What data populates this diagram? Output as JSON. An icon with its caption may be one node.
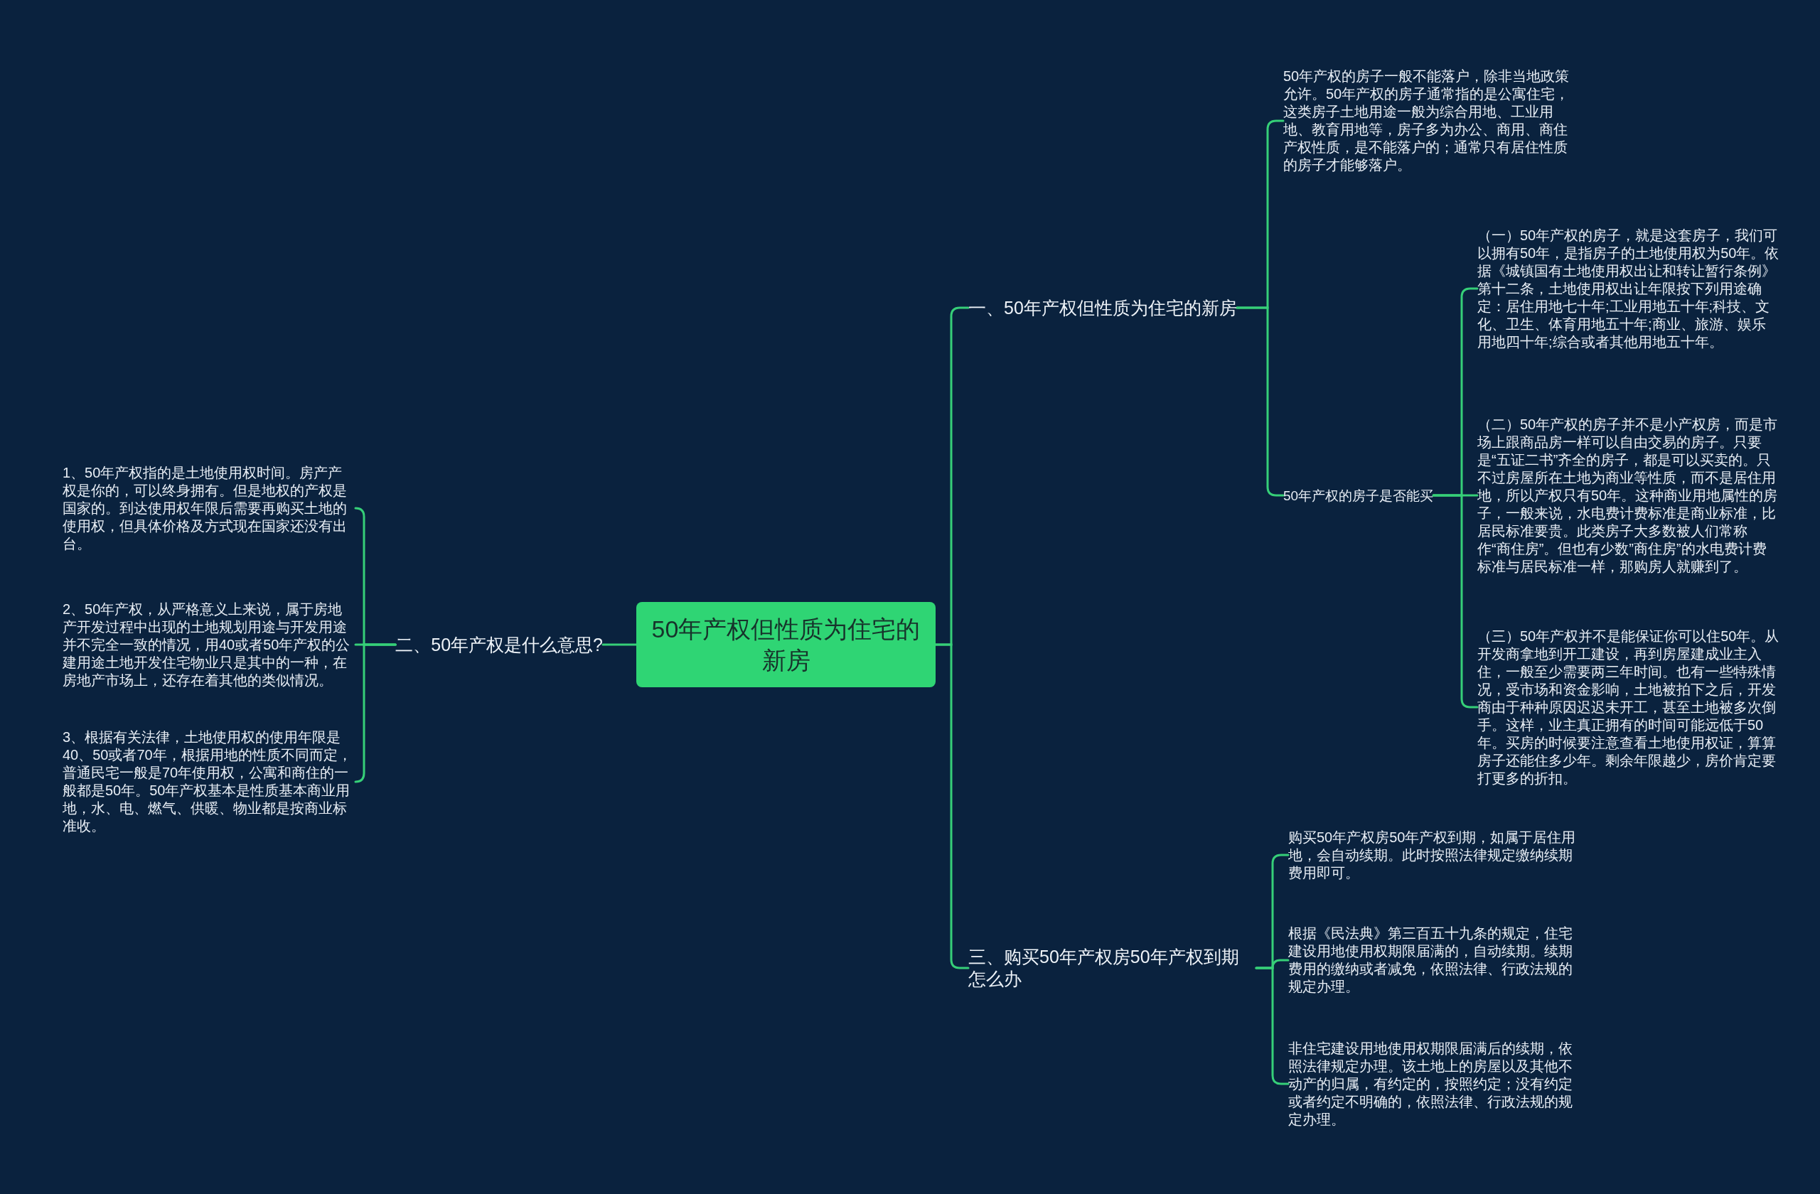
{
  "diagram": {
    "nodes": [
      {
        "text": [
          "50年产权但性质为住宅的新房"
        ]
      },
      {
        "text": [
          "一、50年产权但性质为住宅的新房"
        ]
      },
      {
        "text": [
          "50年产权的房子一般不能落户，除非当地政策允许。50年产权的房子通常指的是公寓住宅，这类房子土地用途一般为综合用地、工业用地、教育用地等，房子多为办公、商用、商住产权性质，是不能落户的；通常只有居住性质的房子才能够落户。"
        ]
      },
      {
        "text": [
          "50年产权的房子是否能买"
        ]
      },
      {
        "text": [
          "（一）50年产权的房子，就是这套房子，我们可以拥有50年，是指房子的土地使用权为50年。依据《城镇国有土地使用权出让和转让暂行条例》第十二条，土地使用权出让年限按下列用途确定：居住用地七十年;工业用地五十年;科技、文化、卫生、体育用地五十年;商业、旅游、娱乐用地四十年;综合或者其他用地五十年。"
        ]
      },
      {
        "text": [
          "（二）50年产权的房子并不是小产权房，而是市场上跟商品房一样可以自由交易的房子。只要是“五证二书”齐全的房子，都是可以买卖的。只不过房屋所在土地为商业等性质，而不是居住用地，所以产权只有50年。这种商业用地属性的房子，一般来说，水电费计费标准是商业标准，比居民标准要贵。此类房子大多数被人们常称作“商住房”。但也有少数”商住房”的水电费计费标准与居民标准一样，那购房人就赚到了。"
        ]
      },
      {
        "text": [
          "（三）50年产权并不是能保证你可以住50年。从开发商拿地到开工建设，再到房屋建成业主入住，一般至少需要两三年时间。也有一些特殊情况，受市场和资金影响，土地被拍下之后，开发商由于种种原因迟迟未开工，甚至土地被多次倒手。这样，业主真正拥有的时间可能远低于50年。买房的时候要注意查看土地使用权证，算算房子还能住多少年。剩余年限越少，房价肯定要打更多的折扣。"
        ]
      },
      {
        "text": [
          "二、50年产权是什么意思?"
        ]
      },
      {
        "text": [
          "1、50年产权指的是土地使用权时间。房产产权是你的，可以终身拥有。但是地权的产权是国家的。到达使用权年限后需要再购买土地的使用权，但具体价格及方式现在国家还没有出台。"
        ]
      },
      {
        "text": [
          "2、50年产权，从严格意义上来说，属于房地产开发过程中出现的土地规划用途与开发用途并不完全一致的情况，用40或者50年产权的公建用途土地开发住宅物业只是其中的一种，在房地产市场上，还存在着其他的类似情况。"
        ]
      },
      {
        "text": [
          "3、根据有关法律，土地使用权的使用年限是40、50或者70年，根据用地的性质不同而定，普通民宅一般是70年使用权，公寓和商住的一般都是50年。50年产权基本是性质基本商业用地，水、电、燃气、供暖、物业都是按商业标准收。"
        ]
      },
      {
        "text": [
          "三、购买50年产权房50年产权到期怎么办"
        ]
      },
      {
        "text": [
          "购买50年产权房50年产权到期，如属于居住用地，会自动续期。此时按照法律规定缴纳续期费用即可。"
        ]
      },
      {
        "text": [
          "根据《民法典》第三百五十九条的规定，住宅建设用地使用权期限届满的，自动续期。续期费用的缴纳或者减免，依照法律、行政法规的规定办理。"
        ]
      },
      {
        "text": [
          "非住宅建设用地使用权期限届满后的续期，依照法律规定办理。该土地上的房屋以及其他不动产的归属，有约定的，按照约定；没有约定或者约定不明确的，依照法律、行政法规的规定办理。"
        ]
      }
    ],
    "edges": [
      {
        "from": 0,
        "to": 1,
        "arrow": "none"
      },
      {
        "from": 1,
        "to": 2,
        "arrow": "none"
      },
      {
        "from": 1,
        "to": 3,
        "arrow": "none"
      },
      {
        "from": 3,
        "to": 4,
        "arrow": "none"
      },
      {
        "from": 3,
        "to": 5,
        "arrow": "none"
      },
      {
        "from": 3,
        "to": 6,
        "arrow": "none"
      },
      {
        "from": 0,
        "to": 7,
        "arrow": "none"
      },
      {
        "from": 7,
        "to": 8,
        "arrow": "none"
      },
      {
        "from": 7,
        "to": 9,
        "arrow": "none"
      },
      {
        "from": 7,
        "to": 10,
        "arrow": "none"
      },
      {
        "from": 0,
        "to": 11,
        "arrow": "none"
      },
      {
        "from": 11,
        "to": 12,
        "arrow": "none"
      },
      {
        "from": 11,
        "to": 13,
        "arrow": "none"
      },
      {
        "from": 11,
        "to": 14,
        "arrow": "none"
      }
    ]
  }
}
